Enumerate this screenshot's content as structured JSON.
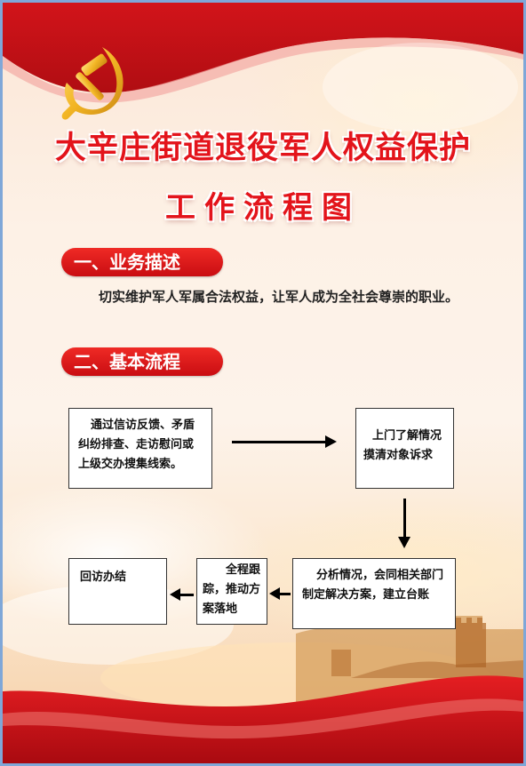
{
  "title": {
    "line1": "大辛庄街道退役军人权益保护",
    "line2": "工作流程图"
  },
  "section1": {
    "heading": "一、业务描述",
    "text": "切实维护军人军属合法权益，让军人成为全社会尊崇的职业。"
  },
  "section2": {
    "heading": "二、基本流程"
  },
  "flow": {
    "step1": "通过信访反馈、矛盾纠纷排查、走访慰问或上级交办搜集线索。",
    "step2": "上门了解情况摸清对象诉求",
    "step3": "分析情况，会同相关部门制定解决方案，建立台账",
    "step4": "全程跟踪，推动方案落地",
    "step5": "回访办结"
  },
  "colors": {
    "accent_red": "#e3141b",
    "gold": "#f2b524",
    "border_blue": "#7fa7d8"
  },
  "icons": [
    "party-emblem-icon",
    "great-wall-image"
  ]
}
